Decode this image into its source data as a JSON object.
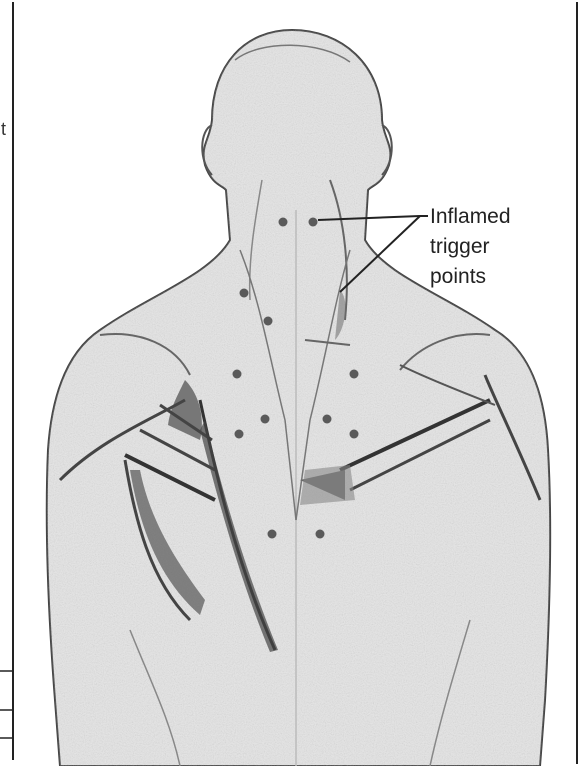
{
  "figure": {
    "callout_lines": [
      "Inflamed",
      "trigger",
      "points"
    ],
    "left_fragment": "t",
    "colors": {
      "ink": "#222222",
      "skin": "#e6e6e6",
      "shadow": "#8a8a8a",
      "point": "#5a5a5a"
    }
  },
  "trigger_points": [
    {
      "name": "neck-left"
    },
    {
      "name": "neck-right"
    },
    {
      "name": "upper-back-1"
    },
    {
      "name": "upper-back-2"
    },
    {
      "name": "mid-back-left-1"
    },
    {
      "name": "mid-back-right-1"
    },
    {
      "name": "mid-back-left-2"
    },
    {
      "name": "mid-back-right-2"
    },
    {
      "name": "mid-back-left-3"
    },
    {
      "name": "mid-back-right-3"
    },
    {
      "name": "lower-back-left"
    },
    {
      "name": "lower-back-right"
    }
  ]
}
